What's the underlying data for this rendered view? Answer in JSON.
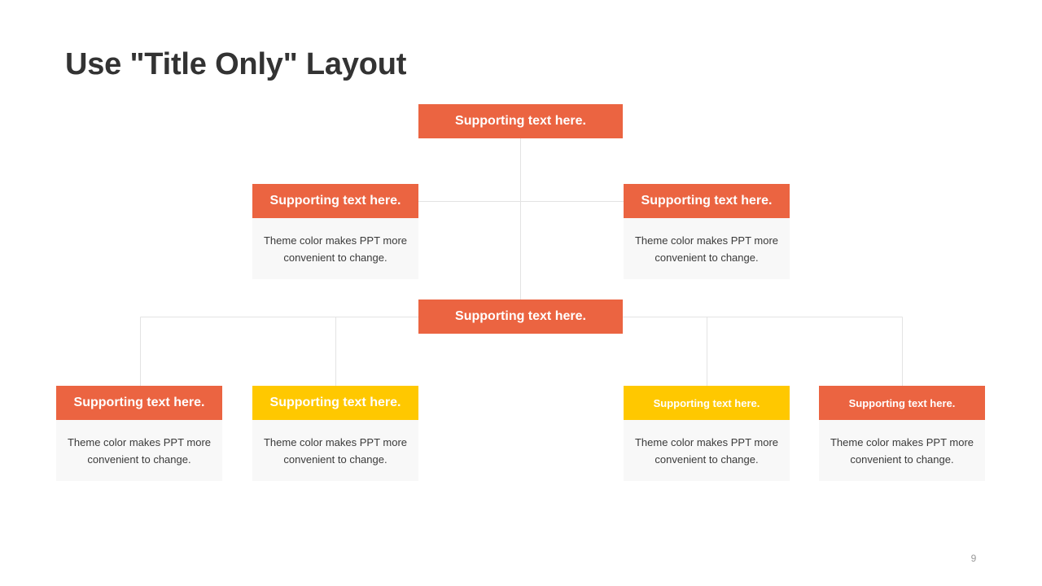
{
  "title": "Use \"Title Only\" Layout",
  "colors": {
    "orange": "#EB6441",
    "yellow": "#FFC800",
    "connector": "#E3E3E3"
  },
  "root": {
    "label": "Supporting text here."
  },
  "hub": {
    "label": "Supporting text here."
  },
  "level1": [
    {
      "label": "Supporting text here.",
      "text_line1": "Theme  color makes PPT more",
      "text_line2": "convenient  to change."
    },
    {
      "label": "Supporting text here.",
      "text_line1": "Theme  color makes PPT more",
      "text_line2": "convenient  to change."
    }
  ],
  "level2": [
    {
      "label": "Supporting text here.",
      "color": "orange",
      "text_line1": "Theme  color makes PPT more",
      "text_line2": "convenient  to change."
    },
    {
      "label": "Supporting text here.",
      "color": "yellow",
      "text_line1": "Theme  color makes PPT more",
      "text_line2": "convenient  to change."
    },
    {
      "label": "Supporting text here.",
      "color": "yellow",
      "text_line1": "Theme  color makes PPT more",
      "text_line2": "convenient  to change."
    },
    {
      "label": "Supporting text here.",
      "color": "orange",
      "text_line1": "Theme  color makes PPT more",
      "text_line2": "convenient  to change."
    }
  ],
  "page_number": "9"
}
